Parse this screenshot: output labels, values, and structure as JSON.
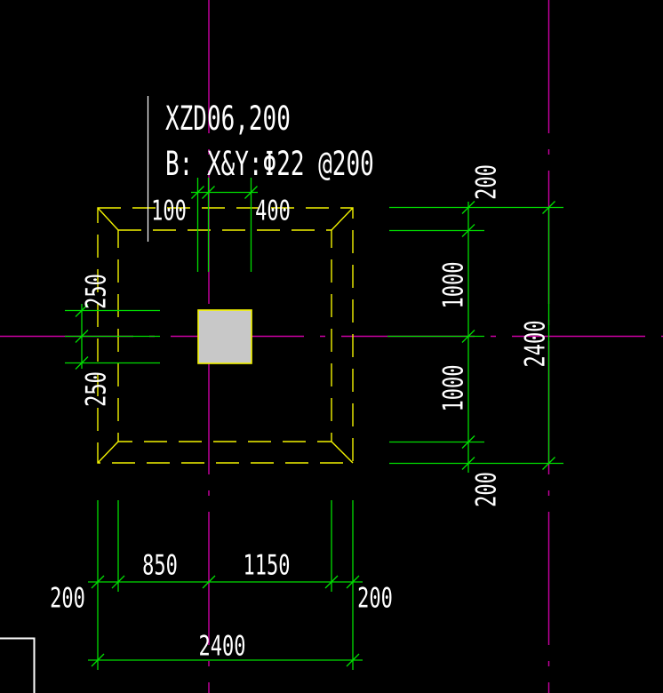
{
  "annotation": {
    "title": "XZD06,200",
    "rebar": "B: X&Y:Φ22 @200"
  },
  "dims": {
    "top": {
      "a": "100",
      "b": "400"
    },
    "left": {
      "a": "250",
      "b": "250"
    },
    "right": {
      "a": "200",
      "b": "1000",
      "c": "1000",
      "d": "200",
      "overall": "2400"
    },
    "bottom": {
      "a": "200",
      "b": "850",
      "c": "1150",
      "d": "200",
      "overall": "2400"
    }
  },
  "colors": {
    "background": "#000000",
    "axis": "#cc00a4",
    "dim": "#00dd00",
    "outline": "#f2f200",
    "text": "#ffffff",
    "column": "#c8c8c8",
    "viewport": "#ffffff"
  }
}
